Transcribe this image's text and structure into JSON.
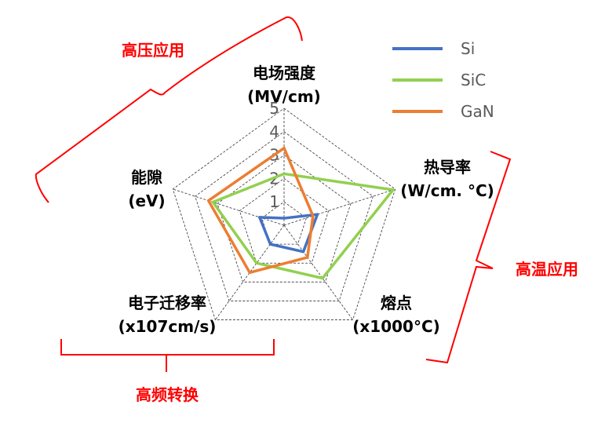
{
  "chart_data": {
    "type": "radar",
    "title": "",
    "axes": [
      {
        "key": "field",
        "label": "电场强度",
        "unit": "(MV/cm)"
      },
      {
        "key": "thermal",
        "label": "热导率",
        "unit": "(W/cm. °C)"
      },
      {
        "key": "melting",
        "label": "熔点",
        "unit": "(x1000°C)"
      },
      {
        "key": "mobility",
        "label": "电子迁移率",
        "unit": "(x107cm/s)"
      },
      {
        "key": "bandgap",
        "label": "能隙",
        "unit": "(eV)"
      }
    ],
    "ticks": [
      "1",
      "2",
      "3",
      "4",
      "5"
    ],
    "rmax": 5,
    "series": [
      {
        "name": "Si",
        "color": "#4472C4",
        "values": [
          0.3,
          1.5,
          1.4,
          1.0,
          1.1
        ]
      },
      {
        "name": "SiC",
        "color": "#92D050",
        "values": [
          2.2,
          4.9,
          2.8,
          2.0,
          3.2
        ]
      },
      {
        "name": "GaN",
        "color": "#ED7D31",
        "values": [
          3.3,
          1.3,
          1.7,
          2.5,
          3.4
        ]
      }
    ],
    "legend_position": "top-right",
    "annotations": [
      {
        "id": "high_voltage",
        "text": "高压应用",
        "color": "#FF0000"
      },
      {
        "id": "high_temp",
        "text": "高温应用",
        "color": "#FF0000"
      },
      {
        "id": "high_freq",
        "text": "高频转换",
        "color": "#FF0000"
      }
    ]
  }
}
